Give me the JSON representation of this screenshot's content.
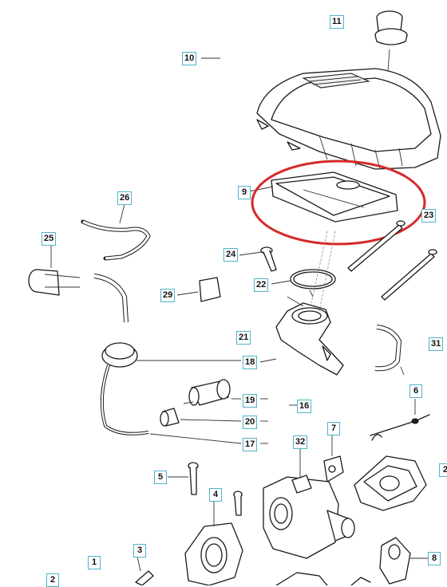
{
  "callouts": {
    "c1": "1",
    "c2": "2",
    "c3": "3",
    "c4": "4",
    "c5": "5",
    "c6": "6",
    "c7": "7",
    "c8": "8",
    "c9": "9",
    "c10": "10",
    "c11": "11",
    "c16": "16",
    "c17": "17",
    "c18": "18",
    "c19": "19",
    "c20": "20",
    "c21": "21",
    "c22": "22",
    "c23": "23",
    "c24": "24",
    "c25": "25",
    "c26": "26",
    "c29": "29",
    "c31": "31",
    "c32": "32"
  },
  "highlight": {
    "color": "#d62a2a",
    "target": "9"
  },
  "callout_border_color": "#4fb3c8"
}
